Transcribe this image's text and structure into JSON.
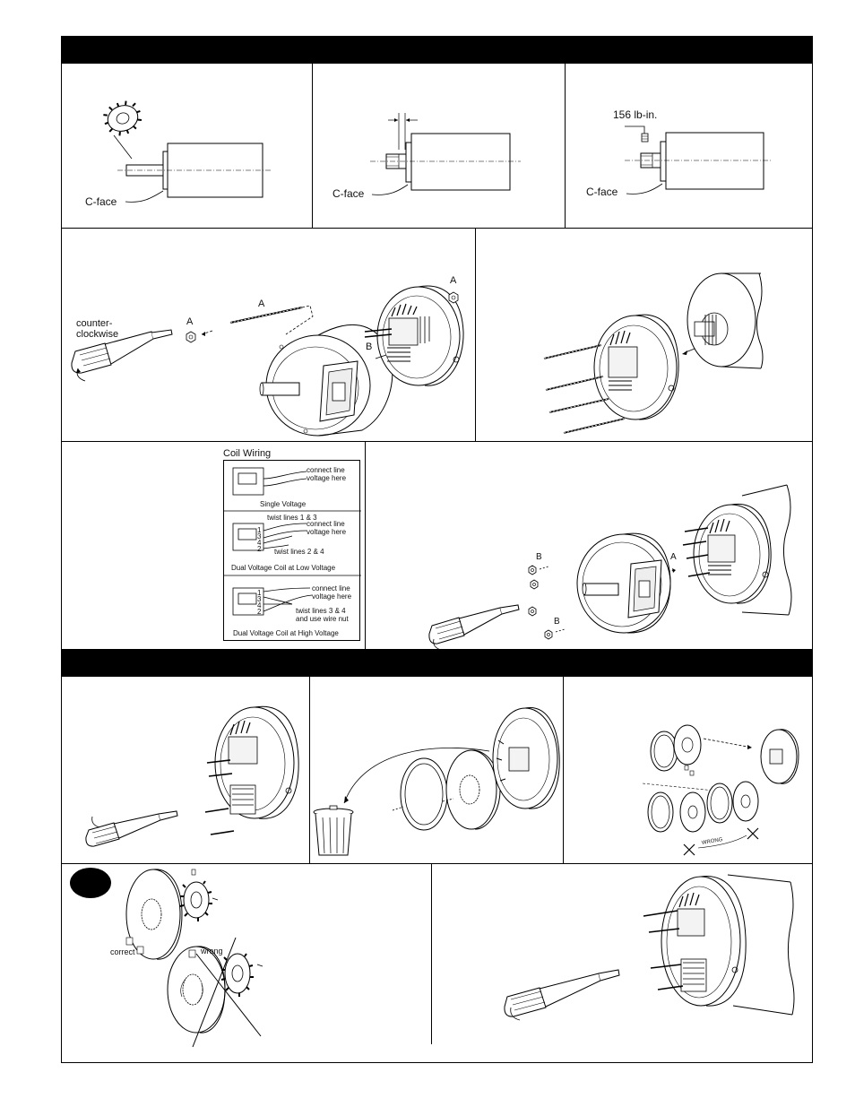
{
  "panel1": {
    "label": "C-face"
  },
  "panel2": {
    "label": "C-face"
  },
  "panel3": {
    "label": "C-face",
    "torque": "156 lb-in."
  },
  "panel4": {
    "rotation_1": "counter-",
    "rotation_2": "clockwise",
    "a1": "A",
    "a2": "A",
    "a3": "A",
    "b": "B"
  },
  "wiring": {
    "title": "Coil Wiring",
    "single": {
      "note_1": "connect line",
      "note_2": "voltage here",
      "caption": "Single Voltage"
    },
    "low": {
      "twist_top": "twist lines 1 & 3",
      "note_1": "connect line",
      "note_2": "voltage here",
      "twist_bottom": "twist lines 2 & 4",
      "caption": "Dual Voltage Coil at Low Voltage",
      "nums": [
        "1",
        "3",
        "4",
        "2"
      ]
    },
    "high": {
      "note_1": "connect line",
      "note_2": "voltage here",
      "twist_1": "twist lines 3 & 4",
      "twist_2": "and use wire nut",
      "caption": "Dual Voltage Coil at High Voltage",
      "nums": [
        "1",
        "3",
        "4",
        "2"
      ]
    }
  },
  "panel7": {
    "b1": "B",
    "b2": "B",
    "a": "A"
  },
  "panel10": {
    "wrong": "WRONG"
  },
  "panel11": {
    "correct": "correct",
    "wrong": "wrong"
  },
  "colors": {
    "ink": "#000000",
    "paper": "#ffffff"
  }
}
